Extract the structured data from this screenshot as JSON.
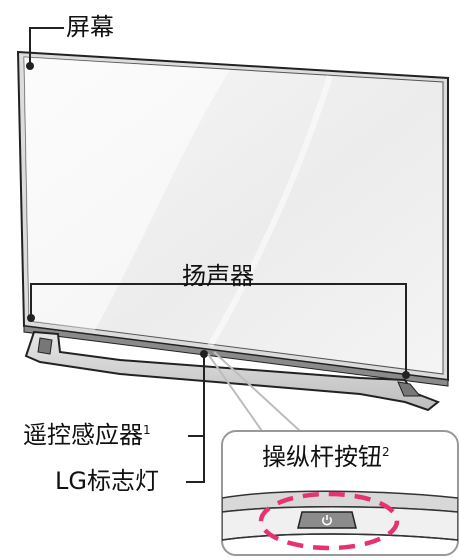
{
  "labels": {
    "screen": "屏幕",
    "speaker": "扬声器",
    "remote_sensor": "遥控感应器",
    "remote_sensor_sup": "1",
    "lg_indicator": "LG标志灯",
    "joystick": "操纵杆按钮",
    "joystick_sup": "2"
  },
  "icons": {
    "power_button": "power-icon"
  },
  "colors": {
    "line": "#222222",
    "frame": "#333333",
    "screen_fill": "#efefef",
    "highlight_ring": "#e8326f"
  }
}
